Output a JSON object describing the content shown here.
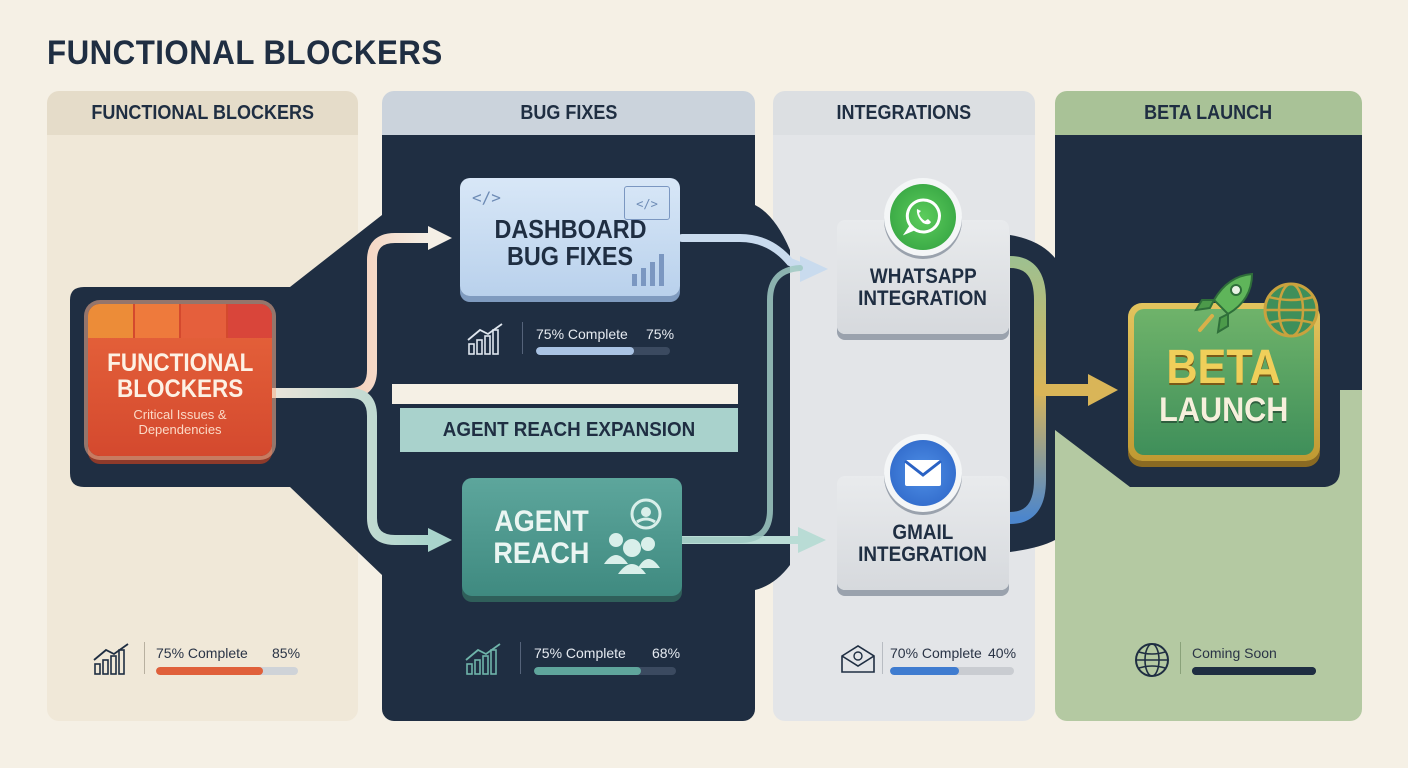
{
  "page_title": "FUNCTIONAL BLOCKERS",
  "columns": [
    {
      "label": "FUNCTIONAL BLOCKERS"
    },
    {
      "label": "BUG FIXES"
    },
    {
      "label": "INTEGRATIONS"
    },
    {
      "label": "BETA LAUNCH"
    }
  ],
  "nodes": {
    "blockers": {
      "title_line1": "FUNCTIONAL",
      "title_line2": "BLOCKERS",
      "sub_line1": "Critical Issues &",
      "sub_line2": "Dependencies"
    },
    "dashboard": {
      "line1": "DASHBOARD",
      "line2": "BUG FIXES"
    },
    "agent_reach_banner": "AGENT REACH EXPANSION",
    "agent_reach": {
      "line1": "AGENT",
      "line2": "REACH"
    },
    "whatsapp": {
      "line1": "WHATSAPP",
      "line2": "INTEGRATION"
    },
    "gmail": {
      "line1": "GMAIL",
      "line2": "INTEGRATION"
    },
    "beta": {
      "line1": "BETA",
      "line2": "LAUNCH"
    }
  },
  "progress": {
    "blockers": {
      "label": "75% Complete",
      "value_text": "85%",
      "fill": 0.75,
      "color": "#e0603a"
    },
    "dashboard": {
      "label": "75% Complete",
      "value_text": "75%",
      "fill": 0.73,
      "color": "#a9c3e4"
    },
    "agent_reach": {
      "label": "75% Complete",
      "value_text": "68%",
      "fill": 0.75,
      "color": "#5fa59c"
    },
    "integrations": {
      "label": "70% Complete",
      "value_text": "40%",
      "fill": 0.56,
      "color": "#3f7cd0"
    },
    "beta": {
      "label": "Coming Soon",
      "value_text": "",
      "fill": 1.0,
      "color": "#1f2e42"
    }
  },
  "icons": [
    "chart-up-icon",
    "code-icon",
    "whatsapp-icon",
    "mail-icon",
    "rocket-icon",
    "globe-icon",
    "users-icon"
  ],
  "colors": {
    "navy": "#1f2e42",
    "cream": "#f5f0e5",
    "orange": "#e0603a",
    "teal": "#4d978e",
    "green": "#4f9a62",
    "gold": "#d8b04a",
    "whatsapp_green": "#3fb34a",
    "mail_blue": "#2f6fd0"
  }
}
